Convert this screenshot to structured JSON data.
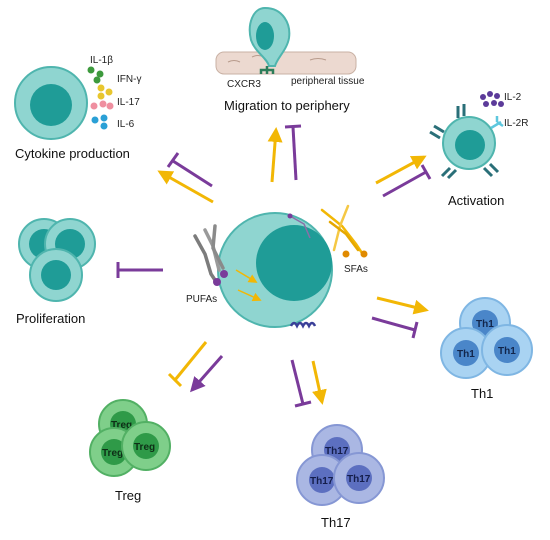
{
  "center": {
    "label_pufas": "PUFAs",
    "label_sfas": "SFAs"
  },
  "outcomes": {
    "cytokine": {
      "title": "Cytokine production",
      "cytokines": [
        "IL-1β",
        "IFN-γ",
        "IL-17",
        "IL-6"
      ]
    },
    "migration": {
      "title": "Migration to periphery",
      "receptor_label": "CXCR3",
      "tissue_label": "peripheral tissue"
    },
    "activation": {
      "title": "Activation",
      "il2_label": "IL-2",
      "il2r_label": "IL-2R"
    },
    "proliferation": {
      "title": "Proliferation"
    },
    "th1": {
      "title": "Th1",
      "cell_label": "Th1"
    },
    "th17": {
      "title": "Th17",
      "cell_label": "Th17"
    },
    "treg": {
      "title": "Treg",
      "cell_label": "Treg"
    }
  },
  "colors": {
    "pufa_arrow": "#7a3b9a",
    "sfa_arrow": "#f2b705",
    "teal_cell": "#7fd0cb",
    "teal_nucleus": "#1f9c97",
    "th1_cell": "#a9d3f2",
    "th1_nucleus": "#4a86c9",
    "th17_cell": "#aab7e3",
    "th17_nucleus": "#5c6fc0",
    "treg_cell": "#7fcf8a",
    "treg_nucleus": "#2f9a48"
  }
}
